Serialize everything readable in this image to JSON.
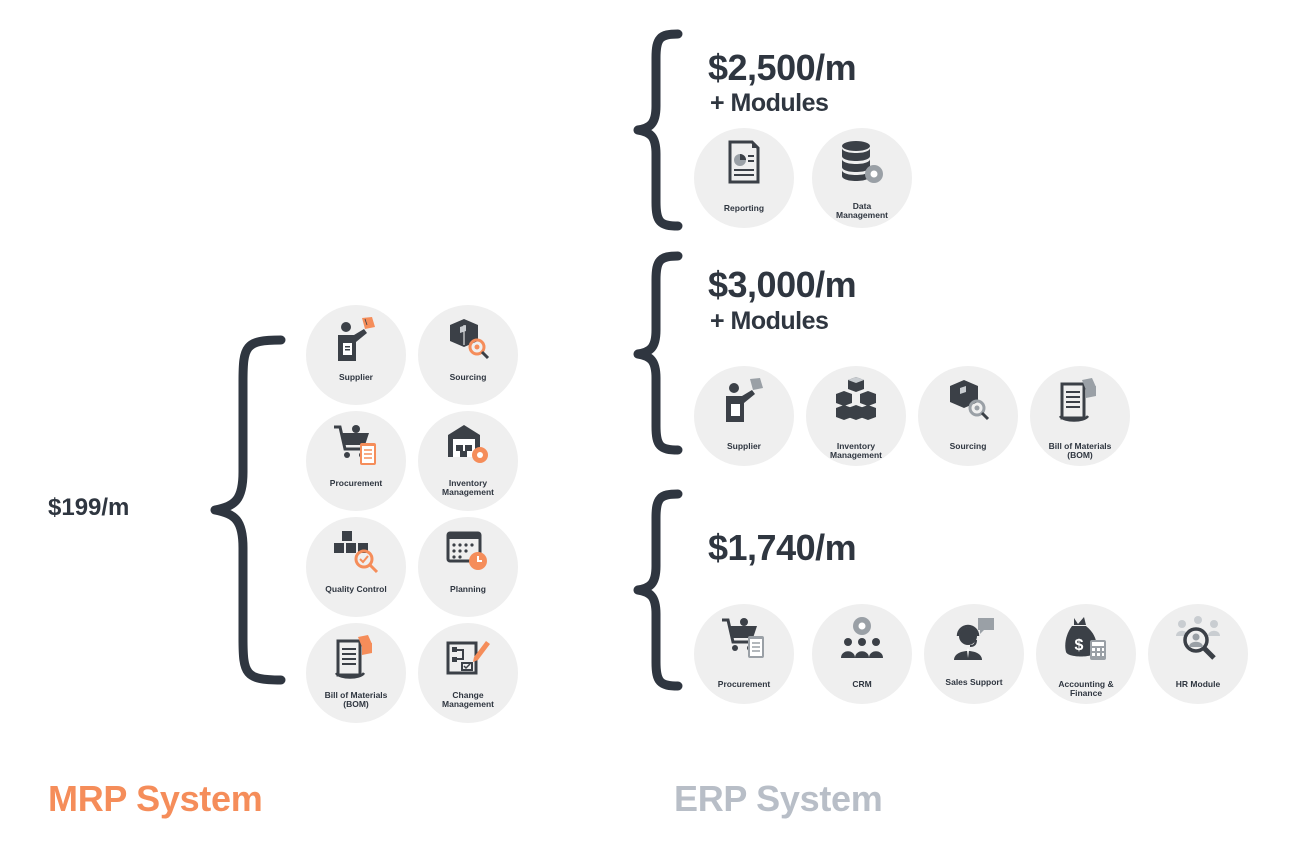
{
  "mrp": {
    "price": "$199/m",
    "title": "MRP System",
    "title_color": "#f58d5a",
    "modules": [
      {
        "label": "Supplier",
        "icon": "supplier-icon"
      },
      {
        "label": "Sourcing",
        "icon": "sourcing-icon"
      },
      {
        "label": "Procurement",
        "icon": "procurement-icon"
      },
      {
        "label": "Inventory\nManagement",
        "icon": "inventory-management-icon"
      },
      {
        "label": "Quality Control",
        "icon": "quality-control-icon"
      },
      {
        "label": "Planning",
        "icon": "planning-icon"
      },
      {
        "label": "Bill of Materials\n(BOM)",
        "icon": "bill-of-materials-icon"
      },
      {
        "label": "Change\nManagement",
        "icon": "change-management-icon"
      }
    ]
  },
  "erp": {
    "title": "ERP System",
    "title_color": "#b8bec7",
    "tiers": [
      {
        "price": "$2,500/m",
        "suffix": "+ Modules",
        "modules": [
          {
            "label": "Reporting",
            "icon": "reporting-icon"
          },
          {
            "label": "Data\nManagement",
            "icon": "data-management-icon"
          }
        ]
      },
      {
        "price": "$3,000/m",
        "suffix": "+ Modules",
        "modules": [
          {
            "label": "Supplier",
            "icon": "supplier-icon"
          },
          {
            "label": "Inventory\nManagement",
            "icon": "inventory-boxes-icon"
          },
          {
            "label": "Sourcing",
            "icon": "sourcing-icon"
          },
          {
            "label": "Bill of Materials\n(BOM)",
            "icon": "bill-of-materials-icon"
          }
        ]
      },
      {
        "price": "$1,740/m",
        "modules": [
          {
            "label": "Procurement",
            "icon": "procurement-icon"
          },
          {
            "label": "CRM",
            "icon": "crm-icon"
          },
          {
            "label": "Sales Support",
            "icon": "sales-support-icon"
          },
          {
            "label": "Accounting &\nFinance",
            "icon": "accounting-finance-icon"
          },
          {
            "label": "HR Module",
            "icon": "hr-module-icon"
          }
        ]
      }
    ]
  }
}
